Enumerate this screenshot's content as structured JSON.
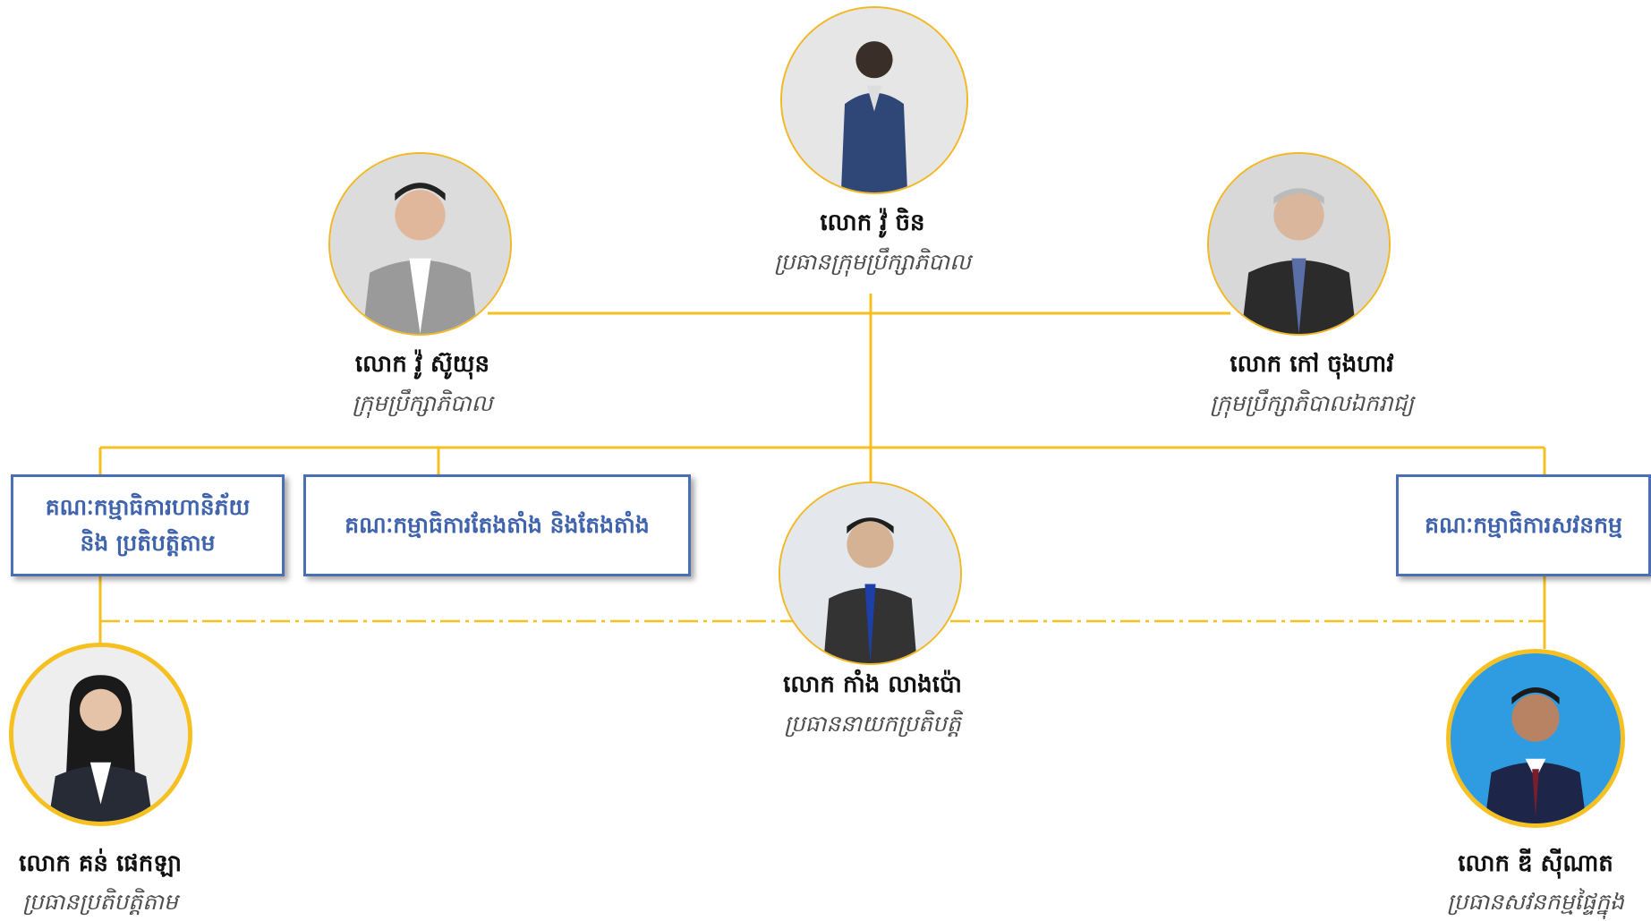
{
  "colors": {
    "connector": "#f5c020",
    "committee_border": "#4a6fb5",
    "committee_text": "#3f63ad"
  },
  "chairman": {
    "name": "លោក វ៉ូ ចិន",
    "role": "ប្រធានក្រុមប្រឹក្សាភិបាល"
  },
  "director_left": {
    "name": "លោក វ៉ូ ស៊ូយុន",
    "role": "ក្រុមប្រឹក្សាភិបាល"
  },
  "director_right": {
    "name": "លោក កៅ ចុងហាវ",
    "role": "ក្រុមប្រឹក្សាភិបាលឯករាជ្យ"
  },
  "committees": {
    "risk": {
      "line1": "គណៈកម្មាធិការហានិភ័យ",
      "line2": "និង ប្រតិបត្តិតាម"
    },
    "nomination": {
      "line1": "គណៈកម្មាធិការតែងតាំង និងតែងតាំង"
    },
    "audit": {
      "line1": "គណៈកម្មាធិការសវនកម្ម"
    }
  },
  "ceo": {
    "name": "លោក កាំង លាងប៉ោ",
    "role": "ប្រធាននាយកប្រតិបត្តិ"
  },
  "compliance_head": {
    "name": "លោក គន់ ផេកឡា",
    "role": "ប្រធានប្រតិបត្តិតាម"
  },
  "audit_head": {
    "name": "លោក ឌី ស៊ីណាត",
    "role": "ប្រធានសវនកម្មផ្ទៃក្នុង"
  }
}
